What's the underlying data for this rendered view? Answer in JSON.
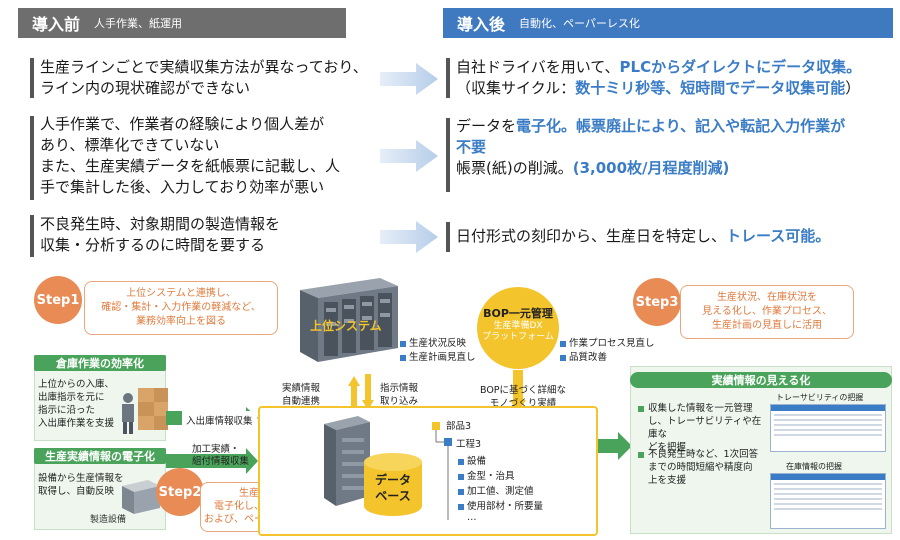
{
  "before": {
    "title": "導入前",
    "subtitle": "人手作業、紙運用"
  },
  "after": {
    "title": "導入後",
    "subtitle": "自動化、ペーパーレス化"
  },
  "rows": [
    {
      "before_lines": [
        "生産ラインごとで実績収集方法が異なっており、",
        "ライン内の現状確認ができない"
      ],
      "after_line1_a": "自社ドライバを用いて、",
      "after_line1_b": "PLCからダイレクトにデータ収集。",
      "after_line2_a": "（収集サイクル：",
      "after_line2_b": "数十ミリ秒等、短時間でデータ収集可能",
      "after_line2_c": "）"
    },
    {
      "before_lines": [
        "人手作業で、作業者の経験により個人差が",
        "あり、標準化できていない",
        "また、生産実績データを紙帳票に記載し、人",
        "手で集計した後、入力しており効率が悪い"
      ],
      "after_line1_a": "データを",
      "after_line1_b": "電子化。帳票廃止により、記入や転記入力作業が",
      "after_line2_b": "不要",
      "after_line3_a": "帳票(紙)の削減。",
      "after_line3_b": "(3,000枚/月程度削減)"
    },
    {
      "before_lines": [
        "不良発生時、対象期間の製造情報を",
        "収集・分析するのに時間を要する"
      ],
      "after_line1_a": "日付形式の刻印から、生産日を特定し、",
      "after_line1_b": "トレース可能。"
    }
  ],
  "diagram": {
    "step1": {
      "label": "Step1",
      "text": [
        "上位システムと連携し、",
        "確認・集計・入力作業の軽減など、",
        "業務効率向上を図る"
      ]
    },
    "step2": {
      "label": "Step2",
      "text": [
        "生産実績情報を",
        "電子化し、信頼性の向上、",
        "および、ペーパーレス化を促進"
      ]
    },
    "step3": {
      "label": "Step3",
      "text": [
        "生産状況、在庫状況を",
        "見える化し、作業プロセス、",
        "生産計画の見直しに活用"
      ]
    },
    "upper_system": "上位システム",
    "upper_items": [
      "生産状況反映",
      "生産計画見直し"
    ],
    "bop": {
      "title": "BOP一元管理",
      "sub1": "生産準備DX",
      "sub2": "プラットフォーム"
    },
    "bop_items": [
      "作業プロセス見直し",
      "品質改善"
    ],
    "left_arrow_label": [
      "実績情報",
      "自動連携"
    ],
    "right_arrow_label": [
      "指示情報",
      "取り込み"
    ],
    "bop_arrow_label": [
      "BOPに基づく詳細な",
      "モノづくり実績"
    ],
    "warehouse": {
      "title": "倉庫作業の効率化",
      "text": [
        "上位からの入庫、",
        "出庫指示を元に",
        "指示に沿った",
        "入出庫作業を支援"
      ],
      "flow": "入出庫情報収集"
    },
    "digital": {
      "title": "生産実績情報の電子化",
      "text": [
        "設備から生産情報を",
        "取得し、自動反映"
      ],
      "flow": [
        "加工実績・",
        "組付情報収集"
      ],
      "machine": "製造設備"
    },
    "database": [
      "データ",
      "ベース"
    ],
    "tree": [
      "部品3",
      "工程3",
      "設備",
      "金型・治具",
      "加工値、測定値",
      "使用部材・所要量",
      "…"
    ],
    "visual": {
      "title": "実績情報の見える化",
      "points": [
        [
          "収集した情報を一元管理",
          "し、トレーサビリティや在庫な",
          "どを把握"
        ],
        [
          "不良発生時など、1次回答",
          "までの時間短縮や精度向",
          "上を支援"
        ]
      ],
      "screen1": "トレーサビリティの把握",
      "screen2": "在庫情報の把握"
    }
  },
  "colors": {
    "before": "#6e6e6e",
    "after": "#3f79bf",
    "highlight": "#3a7cc6",
    "step": "#e88b55",
    "green": "#4aa35a",
    "yellow": "#f3c42b"
  }
}
